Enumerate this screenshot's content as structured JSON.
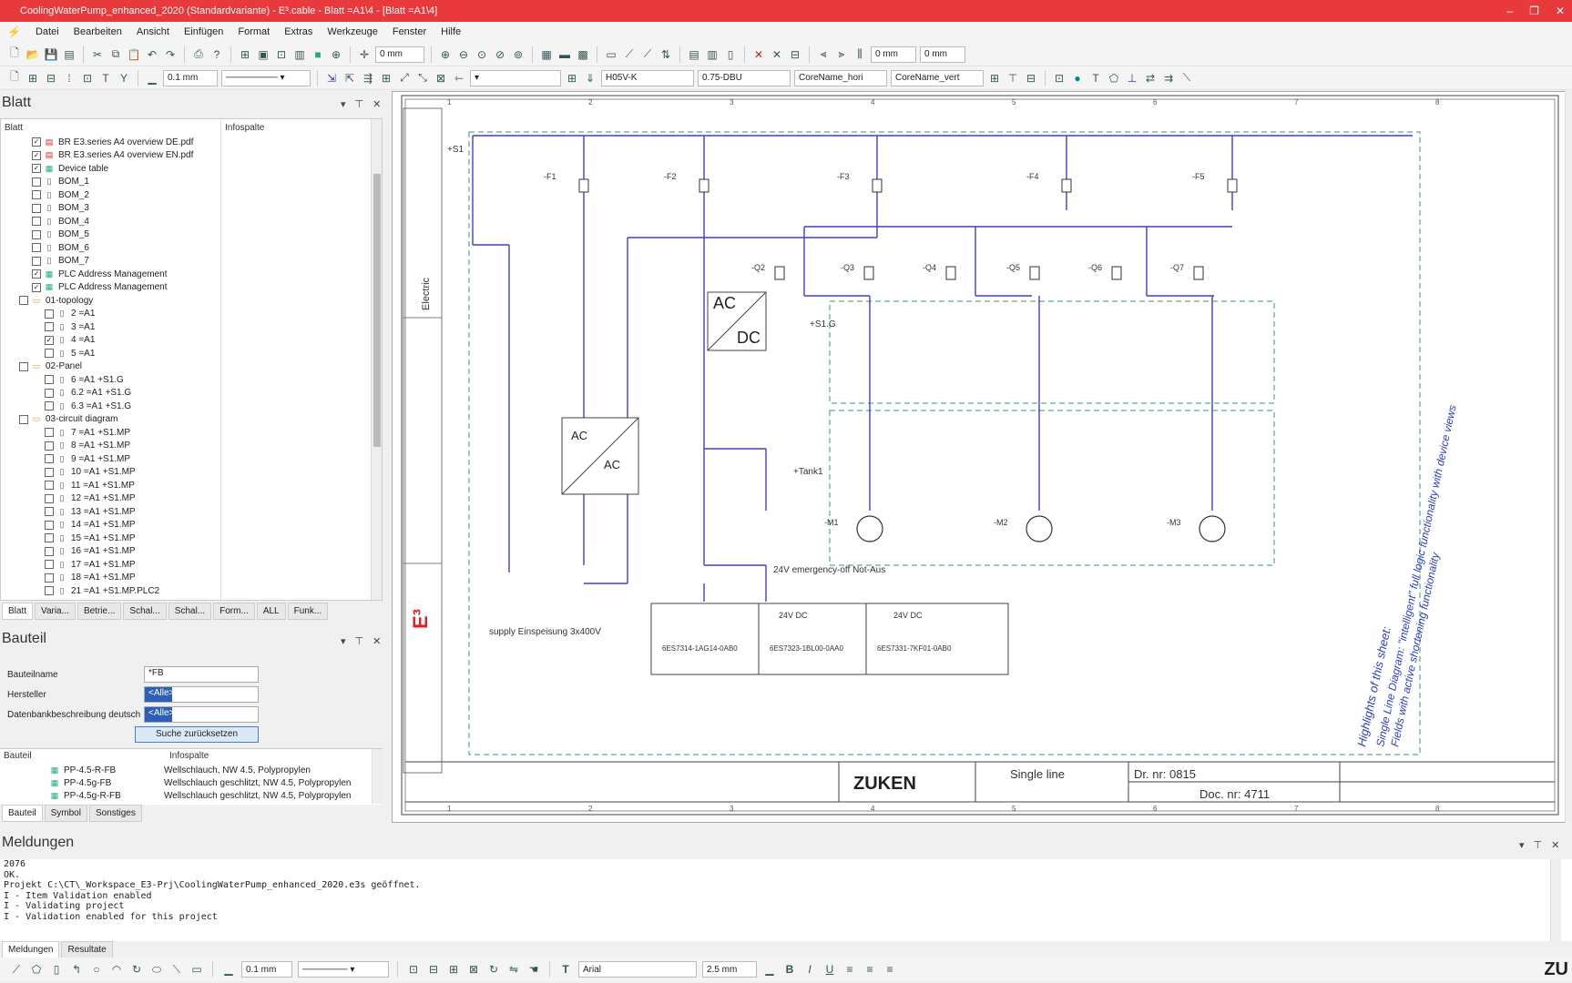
{
  "window": {
    "title": "CoolingWaterPump_enhanced_2020 (Standardvariante) - E³.cable - Blatt =A1\\4 - [Blatt =A1\\4]",
    "brand_color": "#e8393c",
    "controls": [
      "–",
      "❐",
      "✕"
    ]
  },
  "menu": [
    "Datei",
    "Bearbeiten",
    "Ansicht",
    "Einfügen",
    "Format",
    "Extras",
    "Werkzeuge",
    "Fenster",
    "Hilfe"
  ],
  "toolbar": {
    "dim1": "0 mm",
    "dim2": "0 mm",
    "dim3": "0 mm",
    "line_width": "0.1 mm",
    "wire1": "H05V-K",
    "wire2": "0.75-DBU",
    "core_hori": "CoreName_hori",
    "core_vert": "CoreName_vert"
  },
  "blatt_panel": {
    "title": "Blatt",
    "col_blatt": "Blatt",
    "col_info": "Infospalte",
    "rows": [
      {
        "indent": 2,
        "check": "✓",
        "icon": "pdf",
        "label": "BR E3.series A4 overview DE.pdf"
      },
      {
        "indent": 2,
        "check": "✓",
        "icon": "pdf",
        "label": "BR E3.series A4 overview EN.pdf"
      },
      {
        "indent": 2,
        "check": "✓",
        "icon": "plc",
        "label": "Device table"
      },
      {
        "indent": 2,
        "check": "",
        "icon": "page",
        "label": "BOM_1"
      },
      {
        "indent": 2,
        "check": "",
        "icon": "page",
        "label": "BOM_2"
      },
      {
        "indent": 2,
        "check": "",
        "icon": "page",
        "label": "BOM_3"
      },
      {
        "indent": 2,
        "check": "",
        "icon": "page",
        "label": "BOM_4"
      },
      {
        "indent": 2,
        "check": "",
        "icon": "page",
        "label": "BOM_5"
      },
      {
        "indent": 2,
        "check": "",
        "icon": "page",
        "label": "BOM_6"
      },
      {
        "indent": 2,
        "check": "",
        "icon": "page",
        "label": "BOM_7"
      },
      {
        "indent": 2,
        "check": "✓",
        "icon": "plc",
        "label": "PLC Address Management"
      },
      {
        "indent": 2,
        "check": "✓",
        "icon": "plc",
        "label": "PLC Address Management"
      },
      {
        "indent": 1,
        "check": "",
        "icon": "folder",
        "label": "01-topology"
      },
      {
        "indent": 3,
        "check": "",
        "icon": "page",
        "label": "2 =A1"
      },
      {
        "indent": 3,
        "check": "",
        "icon": "page",
        "label": "3 =A1"
      },
      {
        "indent": 3,
        "check": "✓",
        "icon": "page",
        "label": "4 =A1"
      },
      {
        "indent": 3,
        "check": "",
        "icon": "page",
        "label": "5 =A1"
      },
      {
        "indent": 1,
        "check": "",
        "icon": "folder",
        "label": "02-Panel"
      },
      {
        "indent": 3,
        "check": "",
        "icon": "page",
        "label": "6 =A1 +S1.G"
      },
      {
        "indent": 3,
        "check": "",
        "icon": "page",
        "label": "6.2 =A1 +S1.G"
      },
      {
        "indent": 3,
        "check": "",
        "icon": "page",
        "label": "6.3 =A1 +S1.G"
      },
      {
        "indent": 1,
        "check": "",
        "icon": "folder",
        "label": "03-circuit diagram"
      },
      {
        "indent": 3,
        "check": "",
        "icon": "page",
        "label": "7 =A1 +S1.MP"
      },
      {
        "indent": 3,
        "check": "",
        "icon": "page",
        "label": "8 =A1 +S1.MP"
      },
      {
        "indent": 3,
        "check": "",
        "icon": "page",
        "label": "9 =A1 +S1.MP"
      },
      {
        "indent": 3,
        "check": "",
        "icon": "page",
        "label": "10 =A1 +S1.MP"
      },
      {
        "indent": 3,
        "check": "",
        "icon": "page",
        "label": "11 =A1 +S1.MP"
      },
      {
        "indent": 3,
        "check": "",
        "icon": "page",
        "label": "12 =A1 +S1.MP"
      },
      {
        "indent": 3,
        "check": "",
        "icon": "page",
        "label": "13 =A1 +S1.MP"
      },
      {
        "indent": 3,
        "check": "",
        "icon": "page",
        "label": "14 =A1 +S1.MP"
      },
      {
        "indent": 3,
        "check": "",
        "icon": "page",
        "label": "15 =A1 +S1.MP"
      },
      {
        "indent": 3,
        "check": "",
        "icon": "page",
        "label": "16 =A1 +S1.MP"
      },
      {
        "indent": 3,
        "check": "",
        "icon": "page",
        "label": "17 =A1 +S1.MP"
      },
      {
        "indent": 3,
        "check": "",
        "icon": "page",
        "label": "18 =A1 +S1.MP"
      },
      {
        "indent": 3,
        "check": "",
        "icon": "page",
        "label": "21 =A1 +S1.MP.PLC2"
      }
    ],
    "tabs": [
      "Blatt",
      "Varia...",
      "Betrie...",
      "Schal...",
      "Schal...",
      "Form...",
      "ALL",
      "Funk..."
    ]
  },
  "bauteil_panel": {
    "title": "Bauteil",
    "fields": [
      {
        "label": "Bauteilname",
        "value": "*FB"
      },
      {
        "label": "Hersteller",
        "value": "<Alle>"
      },
      {
        "label": "Datenbankbeschreibung deutsch",
        "value": "<Alle>"
      }
    ],
    "reset_button": "Suche zurücksetzen",
    "col_bauteil": "Bauteil",
    "col_info": "Infospalte",
    "rows": [
      {
        "name": "PP-4.5-R-FB",
        "info": "Wellschlauch, NW 4.5, Polypropylen"
      },
      {
        "name": "PP-4.5g-FB",
        "info": "Wellschlauch geschlitzt, NW 4.5, Polypropylen"
      },
      {
        "name": "PP-4.5g-R-FB",
        "info": "Wellschlauch geschlitzt, NW 4.5, Polypropylen"
      }
    ],
    "tabs": [
      "Bauteil",
      "Symbol",
      "Sonstiges"
    ]
  },
  "drawing": {
    "zone": "+S1",
    "zone_g": "+S1.G",
    "tank": "+Tank1",
    "emergency_off": "24V emergency-off Not-Aus",
    "supply": "supply Einspeisung 3x400V",
    "ac": "AC",
    "dc": "DC",
    "brand": "ZUKEN",
    "sheet_type": "Single line",
    "dr_nr": "Dr. nr: 0815",
    "doc_nr": "Doc. nr: 4711",
    "side_text": "Electric",
    "highlights": "Highlights of this sheet:",
    "highlight_1": "Single Line Diagram: \"intelligent\" full logic functionality with device views",
    "highlight_2": "Fields with active shortening functionality",
    "breakers_top": [
      "-F1",
      "-F2",
      "-F3",
      "-F4",
      "-F5"
    ],
    "breakers_q": [
      "-Q2",
      "-Q3",
      "-Q4",
      "-Q5",
      "-Q6",
      "-Q7"
    ],
    "motors": [
      "-M1",
      "-M2",
      "-M3"
    ],
    "plc_modules": [
      "6ES7314-1AG14-0AB0",
      "6ES7323-1BL00-0AA0",
      "6ES7331-7KF01-0AB0"
    ],
    "plc_voltage": "24V DC",
    "ruler_cols": [
      "1",
      "2",
      "3",
      "4",
      "5",
      "6",
      "7",
      "8"
    ]
  },
  "messages": {
    "title": "Meldungen",
    "lines": [
      "2076",
      "OK.",
      "Projekt C:\\CT\\_Workspace_E3-Prj\\CoolingWaterPump_enhanced_2020.e3s geöffnet.",
      "I - Item Validation enabled",
      "I - Validating project",
      "I - Validation enabled for this project"
    ],
    "tabs": [
      "Meldungen",
      "Resultate"
    ]
  },
  "bottom_toolbar": {
    "line_width": "0.1 mm",
    "font": "Arial",
    "font_size": "2.5 mm",
    "logo": "ZU"
  }
}
